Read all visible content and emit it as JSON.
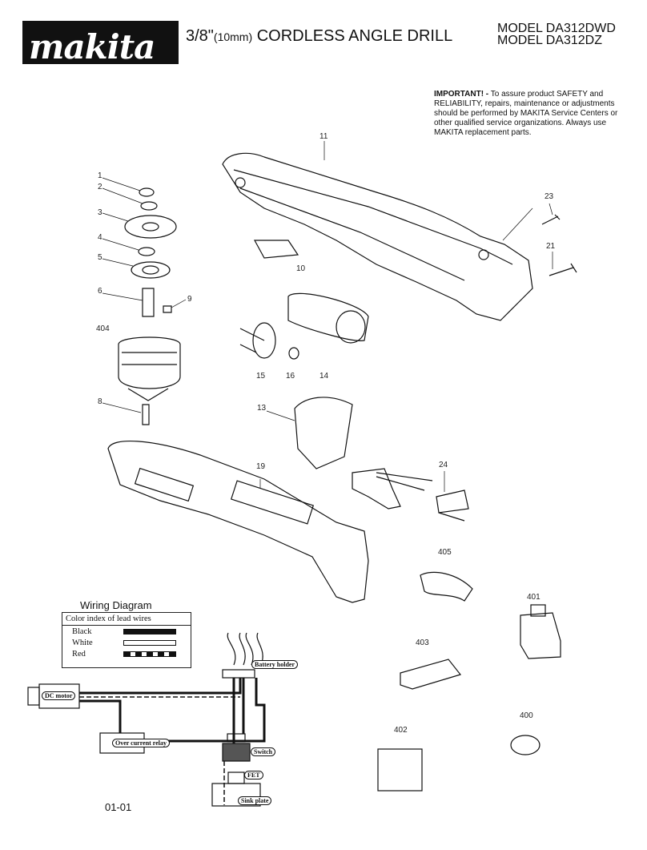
{
  "brand": {
    "logo": "makita"
  },
  "header": {
    "title_main": "3/8\"",
    "title_unit": "(10mm)",
    "title_rest": " CORDLESS ANGLE DRILL",
    "model_1": "MODEL DA312DWD",
    "model_2": "MODEL DA312DZ"
  },
  "notice": {
    "label": "IMPORTANT! -",
    "text": " To assure product SAFETY and RELIABILITY, repairs, maintenance or adjustments should be performed by MAKITA Service Centers or other qualified service organizations. Always use MAKITA replacement parts."
  },
  "callouts": {
    "c1": "1",
    "c2": "2",
    "c3": "3",
    "c4": "4",
    "c5": "5",
    "c6": "6",
    "c8": "8",
    "c9": "9",
    "c10": "10",
    "c11": "11",
    "c13": "13",
    "c14": "14",
    "c15": "15",
    "c16": "16",
    "c19": "19",
    "c21": "21",
    "c23": "23",
    "c24": "24",
    "c400": "400",
    "c401": "401",
    "c402": "402",
    "c403": "403",
    "c404": "404",
    "c405": "405"
  },
  "wiring": {
    "title": "Wiring Diagram",
    "table_header": "Color index of lead wires",
    "colors": [
      {
        "name": "Black"
      },
      {
        "name": "White"
      },
      {
        "name": "Red"
      }
    ],
    "labels": {
      "battery_holder": "Battery holder",
      "dc_motor": "DC motor",
      "over_current_relay": "Over current relay",
      "switch": "Switch",
      "fet": "FET",
      "sink_plate": "Sink plate"
    }
  },
  "footer": {
    "doc_number": "01-01"
  }
}
